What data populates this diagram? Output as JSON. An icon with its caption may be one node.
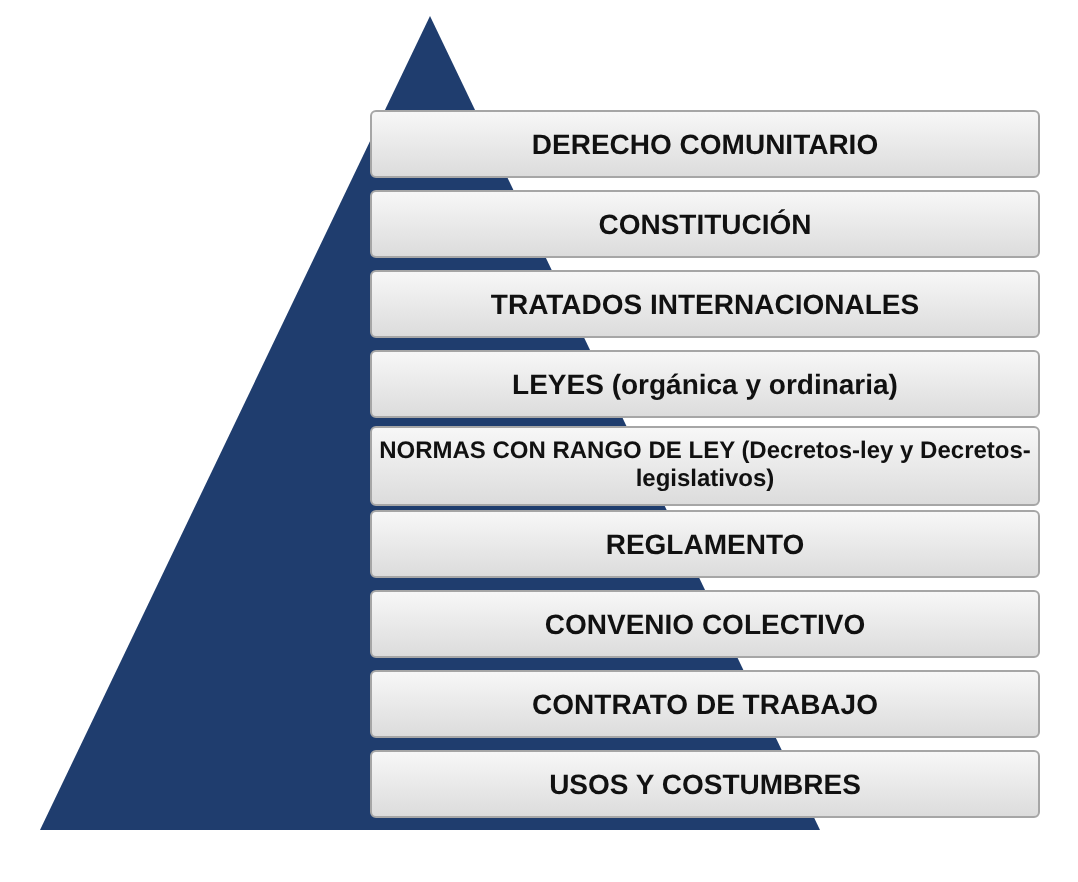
{
  "diagram": {
    "nodes": [
      {
        "text": [
          "DERECHO COMUNITARIO"
        ]
      },
      {
        "text": [
          "CONSTITUCIÓN"
        ]
      },
      {
        "text": [
          "TRATADOS INTERNACIONALES"
        ]
      },
      {
        "text": [
          "LEYES (orgánica y ordinaria)"
        ]
      },
      {
        "text": [
          "NORMAS CON RANGO DE LEY (Decretos-ley y Decretos-legislativos)"
        ]
      },
      {
        "text": [
          "REGLAMENTO"
        ]
      },
      {
        "text": [
          "CONVENIO COLECTIVO"
        ]
      },
      {
        "text": [
          "CONTRATO DE TRABAJO"
        ]
      },
      {
        "text": [
          "USOS Y COSTUMBRES"
        ]
      }
    ]
  }
}
